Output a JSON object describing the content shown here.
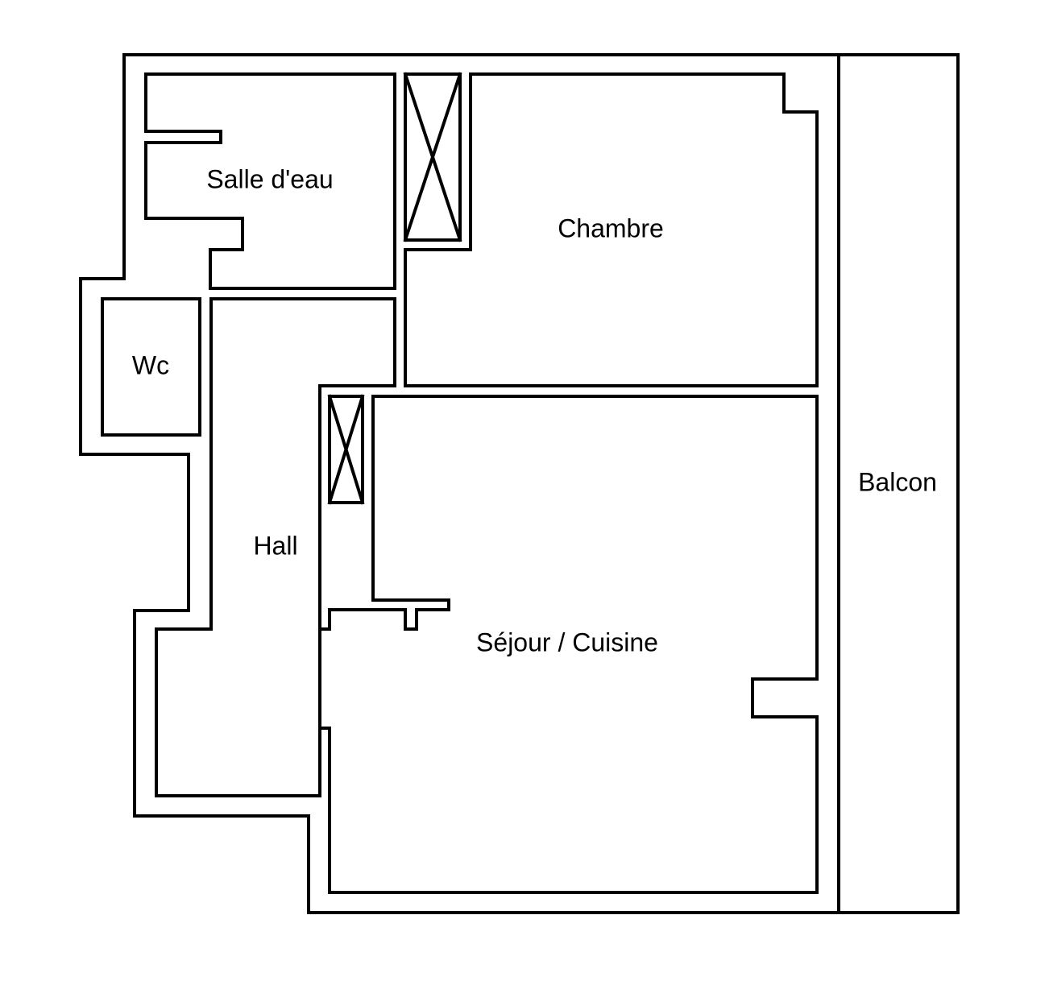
{
  "plan": {
    "rooms": {
      "salle_deau": "Salle d'eau",
      "chambre": "Chambre",
      "wc": "Wc",
      "hall": "Hall",
      "sejour_cuisine": "Séjour / Cuisine",
      "balcon": "Balcon"
    },
    "colors": {
      "background": "#ffffff",
      "walls": "#000000"
    }
  }
}
